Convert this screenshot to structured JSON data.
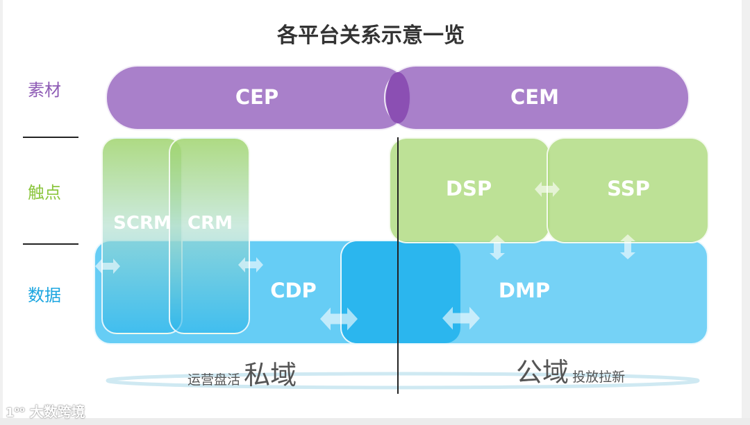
{
  "title": "各平台关系示意一览",
  "rows": [
    {
      "label": "素材",
      "color": "#8e5bb5"
    },
    {
      "label": "触点",
      "color": "#8cc63f"
    },
    {
      "label": "数据",
      "color": "#1ca6e0"
    }
  ],
  "blocks": {
    "cep": "CEP",
    "cem": "CEM",
    "scrm": "SCRM",
    "crm": "CRM",
    "cdp": "CDP",
    "dsp": "DSP",
    "ssp": "SSP",
    "dmp": "DMP"
  },
  "colors": {
    "material": "#a67fc8",
    "touchpoint": "#b9e08f",
    "data": "#66cdf5",
    "overlap_data": "#2bb6ee"
  },
  "private_domain": {
    "prefix": "运营盘活",
    "label": "私域"
  },
  "public_domain": {
    "label": "公域",
    "suffix": "投放拉新"
  },
  "watermark": "大数跨境"
}
